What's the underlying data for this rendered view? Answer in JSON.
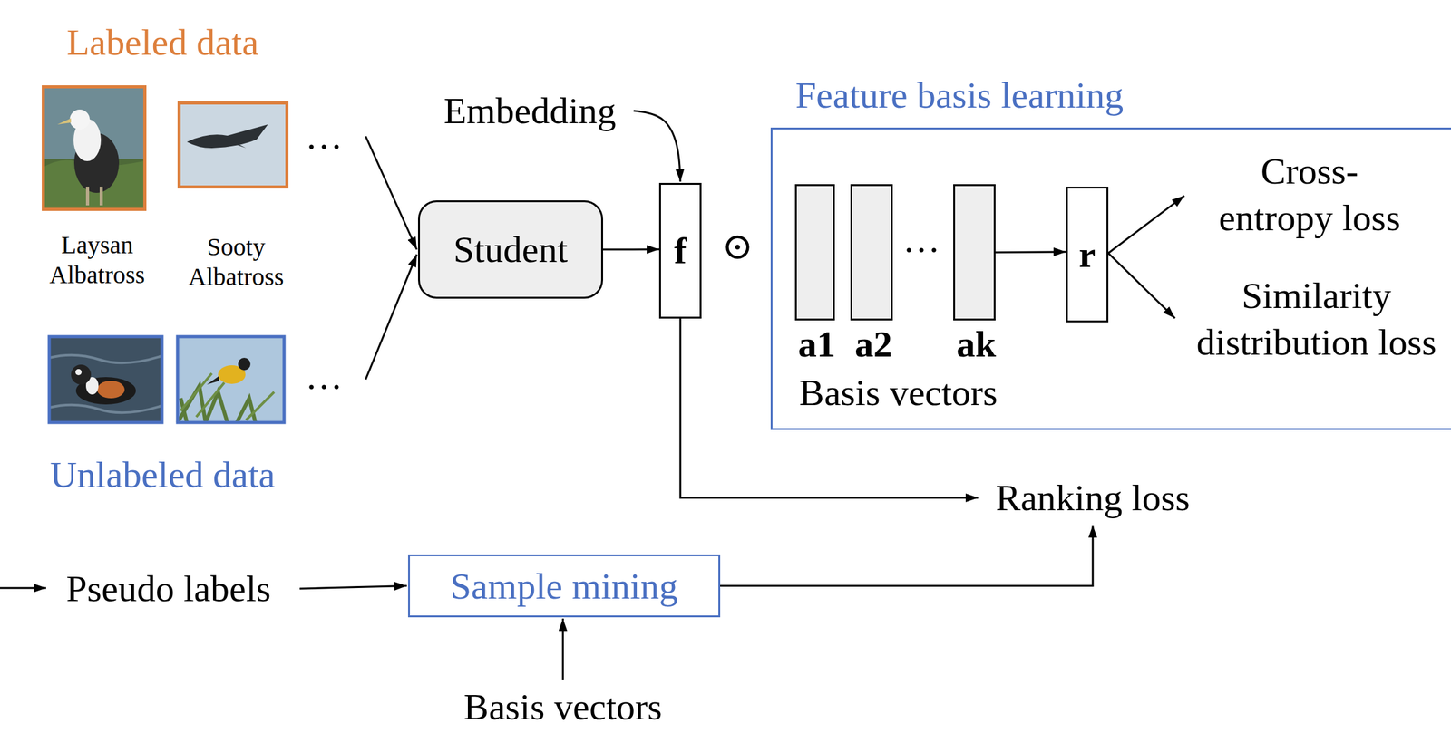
{
  "diagram": {
    "nodes": [
      {
        "text": [
          "Labeled data"
        ]
      },
      {
        "text": [
          "Laysan Albatross"
        ],
        "in": 0
      },
      {
        "text": [
          "Sooty Albatross"
        ],
        "in": 0
      },
      {
        "text": [
          "Unlabeled data"
        ]
      },
      {
        "text": [
          "Embedding"
        ]
      },
      {
        "text": [
          "Student"
        ]
      },
      {
        "text": [
          "f"
        ]
      },
      {
        "text": [
          "Feature basis learning"
        ]
      },
      {
        "text": [
          "a1"
        ],
        "in": 7
      },
      {
        "text": [
          "a2"
        ],
        "in": 7
      },
      {
        "text": [
          "ak"
        ],
        "in": 7
      },
      {
        "text": [
          "r"
        ],
        "in": 7
      },
      {
        "text": [
          "Cross- entropy loss"
        ],
        "in": 7
      },
      {
        "text": [
          "Similarity distribution loss"
        ],
        "in": 7
      },
      {
        "text": [
          "Ranking loss"
        ]
      },
      {
        "text": [
          "Pseudo labels"
        ]
      },
      {
        "text": [
          "Sample mining"
        ]
      },
      {
        "text": [
          "Basis vectors"
        ]
      }
    ],
    "edges": [
      {
        "from": 0,
        "to": 5,
        "arrow": "to"
      },
      {
        "from": 3,
        "to": 5,
        "arrow": "to"
      },
      {
        "from": 5,
        "to": 6,
        "arrow": "to"
      },
      {
        "from": 4,
        "to": 6,
        "arrow": "to"
      },
      {
        "from": 10,
        "to": 11,
        "arrow": "to"
      },
      {
        "from": 11,
        "to": 12,
        "arrow": "to"
      },
      {
        "from": 11,
        "to": 13,
        "arrow": "to"
      },
      {
        "from": 6,
        "to": 14,
        "arrow": "to"
      },
      {
        "from": 15,
        "to": 16,
        "arrow": "to"
      },
      {
        "from": 17,
        "to": 16,
        "arrow": "to"
      },
      {
        "from": 16,
        "to": 14,
        "arrow": "to"
      }
    ],
    "labels": [
      "…",
      "…",
      "⊙",
      "…",
      "Basis vectors"
    ]
  }
}
